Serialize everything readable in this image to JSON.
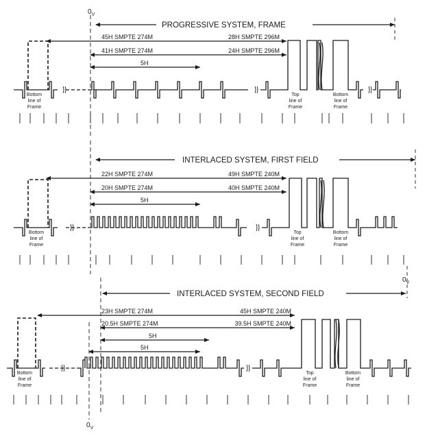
{
  "panels": [
    {
      "title": "PROGRESSIVE SYSTEM,  FRAME",
      "origin_label": "0",
      "origin_sub": "V",
      "arrows": [
        {
          "left": "45H SMPTE 274M",
          "right": "28H SMPTE 296M"
        },
        {
          "left": "41H SMPTE 274M",
          "right": "24H SMPTE 296M"
        },
        {
          "left": "5H",
          "right": ""
        }
      ],
      "bottom_line_label": [
        "Bottom",
        "line of",
        "Frame"
      ],
      "top_line_label": [
        "Top",
        "line of",
        "Frame"
      ],
      "bottom_line_label_2": [
        "Bottom",
        "line of",
        "Frame"
      ]
    },
    {
      "title": "INTERLACED SYSTEM,  FIRST FIELD",
      "arrows": [
        {
          "left": "22H SMPTE 274M",
          "right": "49H SMPTE 240M"
        },
        {
          "left": "20H SMPTE 274M",
          "right": "40H SMPTE 240M"
        },
        {
          "left": "5H",
          "right": ""
        }
      ],
      "bottom_line_label": [
        "Bottom",
        "line of",
        "Frame"
      ],
      "top_line_label": [
        "Top",
        "line of",
        "Frame"
      ],
      "bottom_line_label_2": [
        "Bottom",
        "line of",
        "Frame"
      ]
    },
    {
      "title": "INTERLACED SYSTEM,  SECOND FIELD",
      "origin_label": "0",
      "origin_sub": "V",
      "origin_label_bottom": "0",
      "origin_sub_bottom": "V",
      "arrows": [
        {
          "left": "23H SMPTE 274M",
          "right": "45H SMPTE 240M"
        },
        {
          "left": "20.5H SMPTE 274M",
          "right": "39.5H SMPTE 240M"
        },
        {
          "left": "5H",
          "right": ""
        },
        {
          "left": "5H",
          "right": ""
        }
      ],
      "bottom_line_label": [
        "Bottom",
        "line of",
        "Frame"
      ],
      "top_line_label": [
        "Top",
        "line of",
        "Frame"
      ],
      "bottom_line_label_2": [
        "Bottom",
        "line of",
        "Frame"
      ]
    }
  ]
}
